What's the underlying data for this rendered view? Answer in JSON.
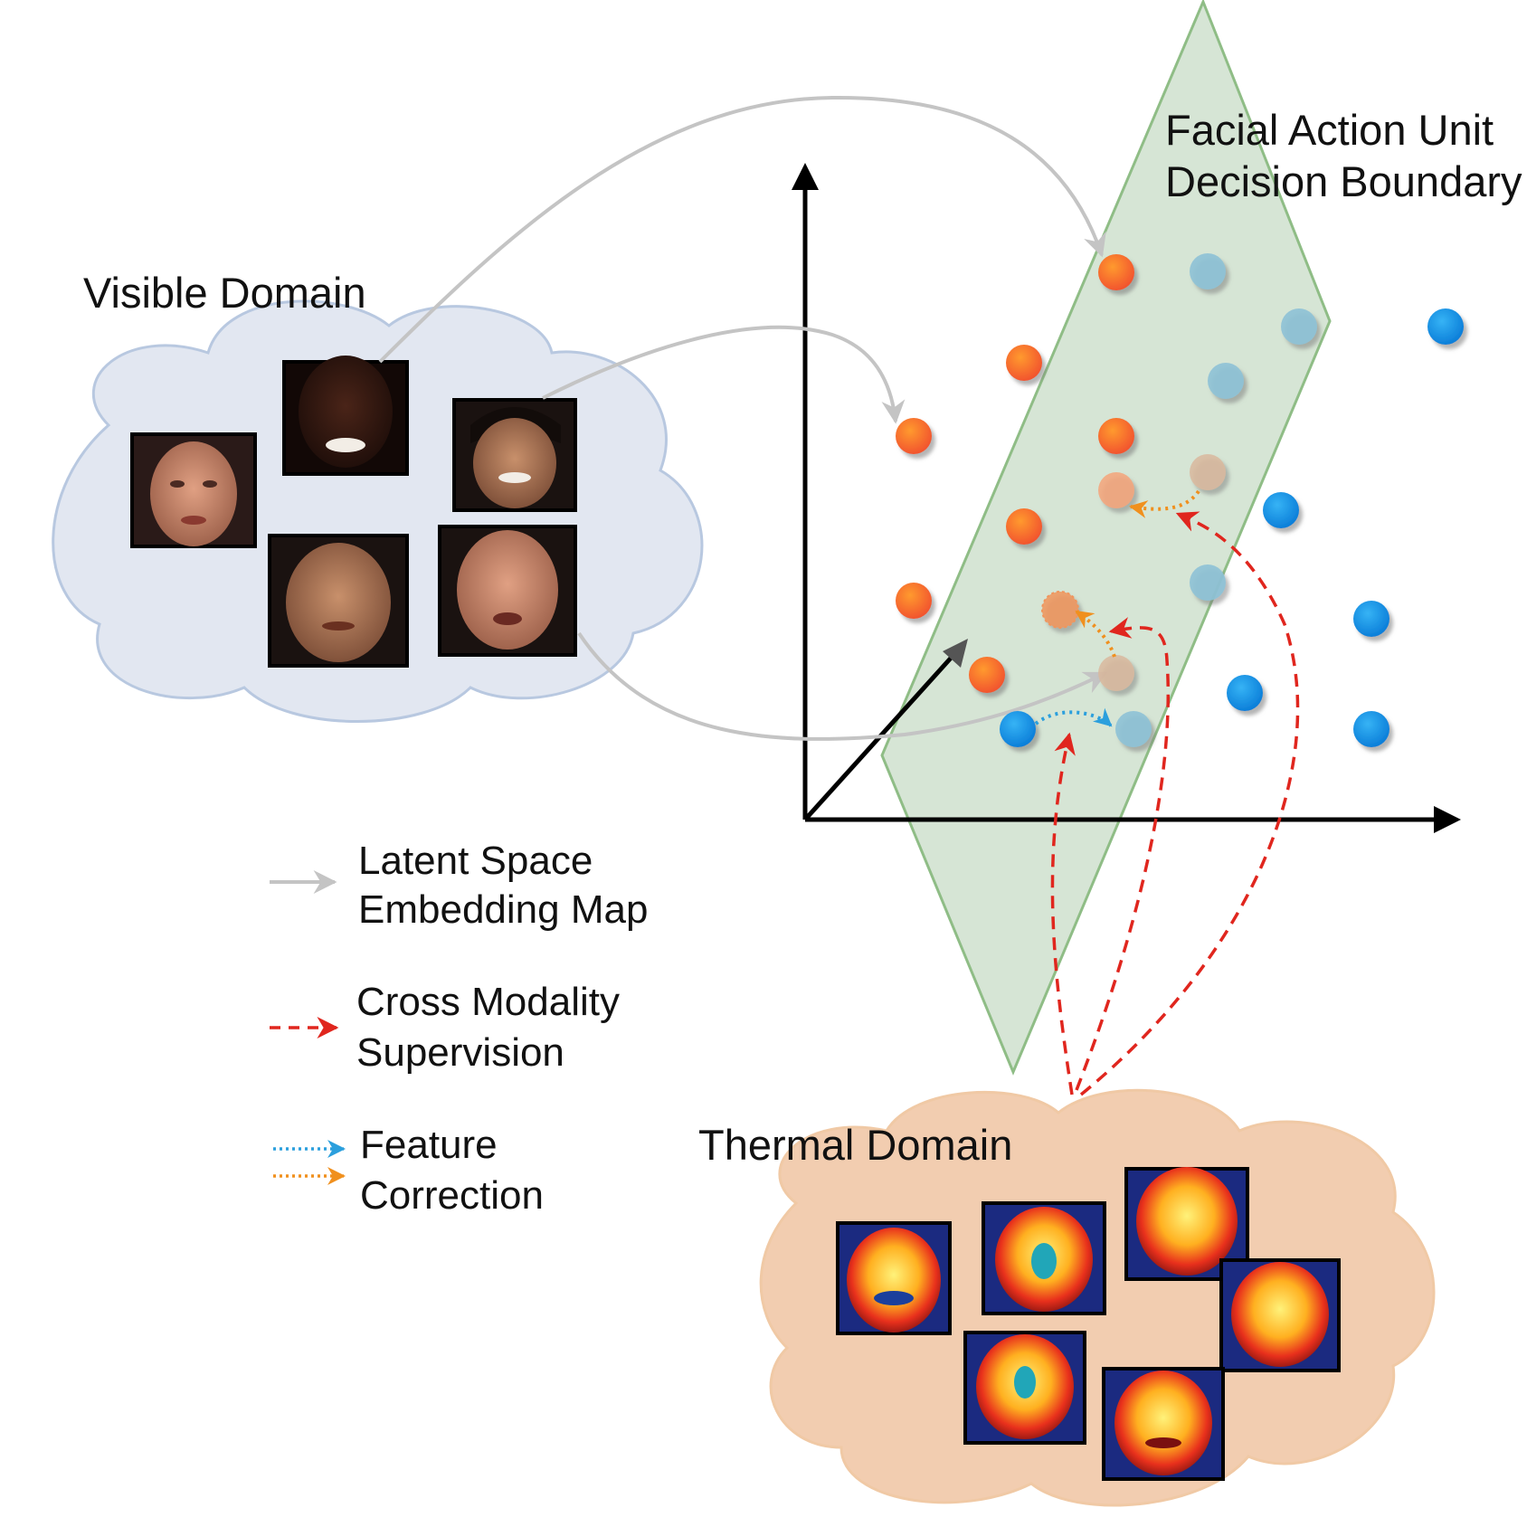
{
  "labels": {
    "visible_domain": "Visible Domain",
    "thermal_domain": "Thermal Domain",
    "boundary_line1": "Facial Action Unit",
    "boundary_line2": "Decision Boundary"
  },
  "legend": {
    "latent_line1": "Latent Space",
    "latent_line2": "Embedding Map",
    "supervision_line1": "Cross Modality",
    "supervision_line2": "Supervision",
    "correction_line1": "Feature",
    "correction_line2": "Correction"
  },
  "colors": {
    "latent_arrow": "#c4c4c4",
    "supervision_arrow": "#e0261e",
    "correction_blue": "#2b9fdd",
    "correction_orange": "#f0901e",
    "orange_point": "#f26a2e",
    "blue_point": "#1a8fe3",
    "plane_fill": "#b9d3b6",
    "visible_cloud": "#e2e7f1",
    "thermal_cloud": "#f2cdb0"
  },
  "icons": {
    "visible_faces": "face-photo-icon",
    "thermal_faces": "thermal-face-icon"
  }
}
